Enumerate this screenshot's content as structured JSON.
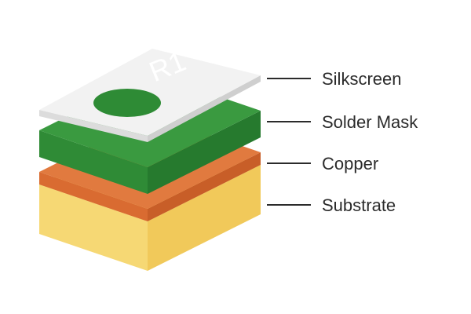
{
  "diagram": {
    "silkscreen_marking": "R1",
    "layers": [
      {
        "id": "silkscreen",
        "label": "Silkscreen",
        "color": "#f2f2f2"
      },
      {
        "id": "solder-mask",
        "label": "Solder Mask",
        "color": "#2e8b35"
      },
      {
        "id": "copper",
        "label": "Copper",
        "color": "#d9703a"
      },
      {
        "id": "substrate",
        "label": "Substrate",
        "color": "#f6d56e"
      }
    ]
  }
}
